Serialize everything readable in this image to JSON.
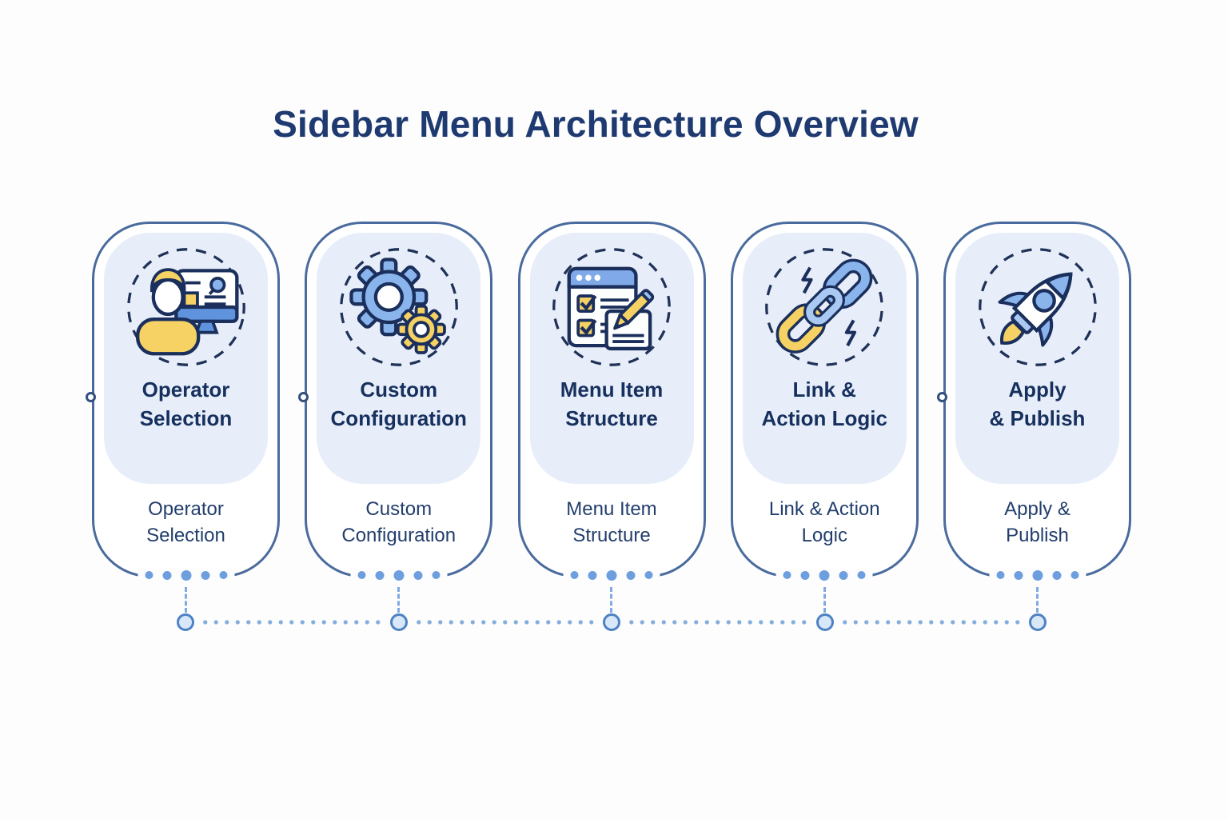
{
  "page": {
    "title": "Sidebar Menu Architecture Overview"
  },
  "colors": {
    "title_navy": "#1e3a70",
    "card_border": "#4a6b9d",
    "panel_fill": "#e7eefa",
    "icon_navy": "#1b2f5c",
    "icon_blue": "#8ab4ec",
    "icon_blue_dark": "#5f93dd",
    "icon_yellow": "#f6d264",
    "dot_blue": "#6d9ede",
    "timeline_node_fill": "#d9e8f8",
    "timeline_node_border": "#4d82c4"
  },
  "steps": [
    {
      "icon": "user-monitor-icon",
      "title_line1": "Operator",
      "title_line2": "Selection",
      "caption_line1": "Operator",
      "caption_line2": "Selection"
    },
    {
      "icon": "gears-icon",
      "title_line1": "Custom",
      "title_line2": "Configuration",
      "caption_line1": "Custom",
      "caption_line2": "Configuration"
    },
    {
      "icon": "checklist-pencil-icon",
      "title_line1": "Menu Item",
      "title_line2": "Structure",
      "caption_line1": "Menu Item",
      "caption_line2": "Structure"
    },
    {
      "icon": "chain-link-icon",
      "title_line1": "Link &",
      "title_line2": "Action Logic",
      "caption_line1": "Link & Action",
      "caption_line2": "Logic"
    },
    {
      "icon": "rocket-icon",
      "title_line1": "Apply",
      "title_line2": "& Publish",
      "caption_line1": "Apply &",
      "caption_line2": "Publish"
    }
  ]
}
